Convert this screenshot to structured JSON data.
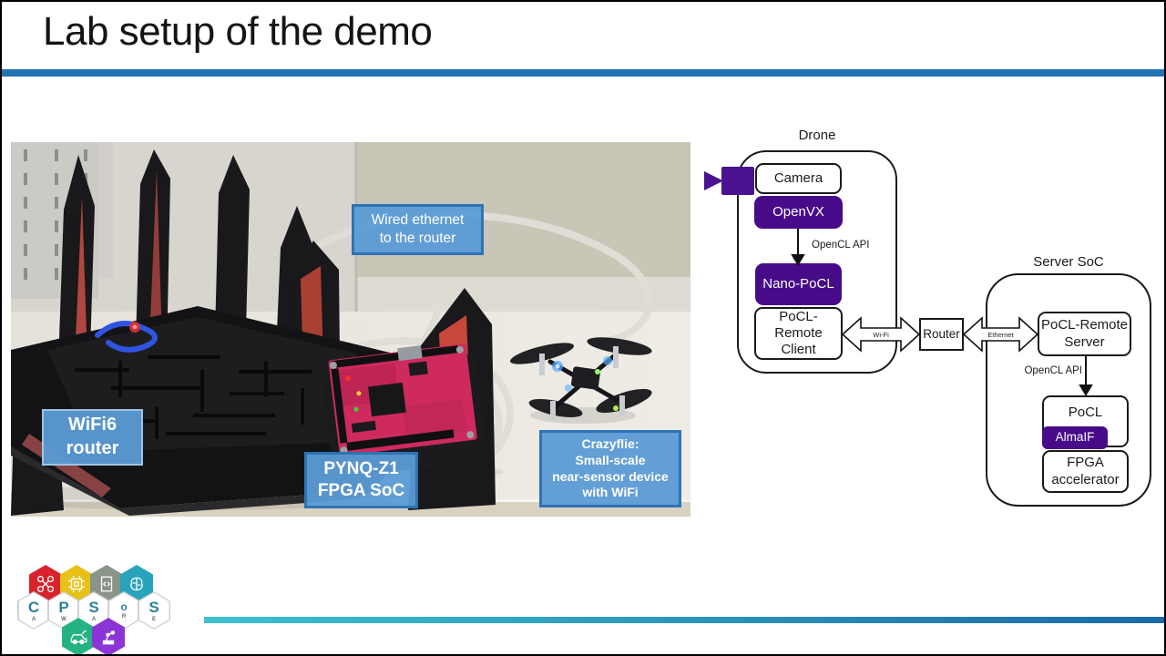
{
  "title": "Lab setup of the demo",
  "photo_labels": {
    "wired_ethernet": "Wired ethernet\nto the router",
    "wifi6_router": "WiFi6\nrouter",
    "pynq": "PYNQ-Z1\nFPGA SoC",
    "crazyflie": "Crazyflie:\nSmall-scale\nnear-sensor device\nwith WiFi"
  },
  "diagram": {
    "drone_title": "Drone",
    "camera": "Camera",
    "openvx": "OpenVX",
    "opencl_api_drone": "OpenCL API",
    "nano_pocl": "Nano-PoCL",
    "pocl_remote_client": "PoCL-Remote\nClient",
    "wifi": "Wi-Fi",
    "router": "Router",
    "ethernet": "Ethernet",
    "server_title": "Server SoC",
    "pocl_remote_server": "PoCL-Remote\nServer",
    "opencl_api_server": "OpenCL API",
    "pocl": "PoCL",
    "almaif": "AlmaIF",
    "fpga": "FPGA\naccelerator"
  },
  "logo": {
    "letters": [
      "C",
      "P",
      "S",
      "o",
      "S"
    ],
    "sub_letters": [
      "A",
      "W",
      "A",
      "R",
      "E"
    ],
    "icon_hexes": [
      "drone-icon",
      "chip-icon",
      "code-doc-icon",
      "brain-icon",
      "car-icon",
      "robot-arm-icon"
    ]
  },
  "colors": {
    "accent_purple": "#470b8a",
    "header_line_blue": "#2173b4",
    "label_blue_fill": "#5b9bd5",
    "label_blue_border": "#2e73b5",
    "footer_gradient_left": "#3ac3cf",
    "footer_gradient_right": "#1a6aa5"
  }
}
